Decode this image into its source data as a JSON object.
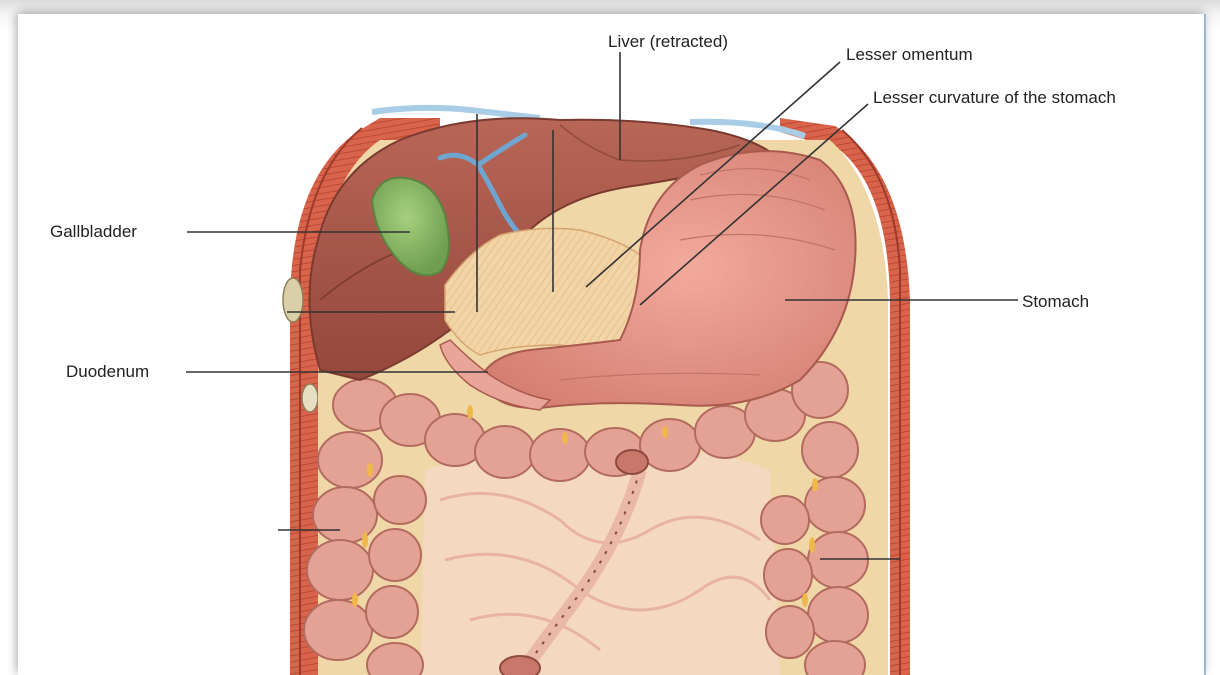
{
  "labels": {
    "liver": "Liver (retracted)",
    "lesser_omentum": "Lesser omentum",
    "lesser_curvature": "Lesser curvature of the stomach",
    "gallbladder": "Gallbladder",
    "duodenum": "Duodenum",
    "stomach": "Stomach"
  },
  "colors": {
    "liver": "#a8564a",
    "stomach": "#e4968a",
    "omentum": "#f1cf9f",
    "gallbladder": "#8dbe6a",
    "intestine": "#e2a295",
    "muscle": "#d45c44",
    "vessel": "#7fb1d6",
    "leader_line": "#333333"
  }
}
